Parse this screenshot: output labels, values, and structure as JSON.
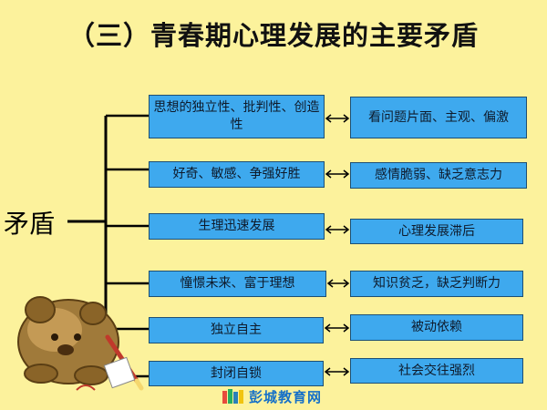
{
  "title": "（三）青春期心理发展的主要矛盾",
  "root_label": "矛盾",
  "rows": [
    {
      "left": "思想的独立性、批判性、创造性",
      "right": "看问题片面、主观、偏激"
    },
    {
      "left": "好奇、敏感、争强好胜",
      "right": "感情脆弱、缺乏意志力"
    },
    {
      "left": "生理迅速发展",
      "right": "心理发展滞后"
    },
    {
      "left": "憧憬未来、富于理想",
      "right": "知识贫乏，缺乏判断力"
    },
    {
      "left": "独立自主",
      "right": "被动依赖"
    },
    {
      "left": "封闭自锁",
      "right": "社会交往强烈"
    }
  ],
  "watermark": {
    "text": "彭城教育网",
    "icon": "book-logo-icon"
  },
  "decoration": {
    "icon": "cartoon-animal-icon"
  },
  "colors": {
    "background": "#fcf29c",
    "box_fill": "#3ea9ee",
    "box_border": "#1e4f73",
    "watermark": "#1570c8"
  }
}
